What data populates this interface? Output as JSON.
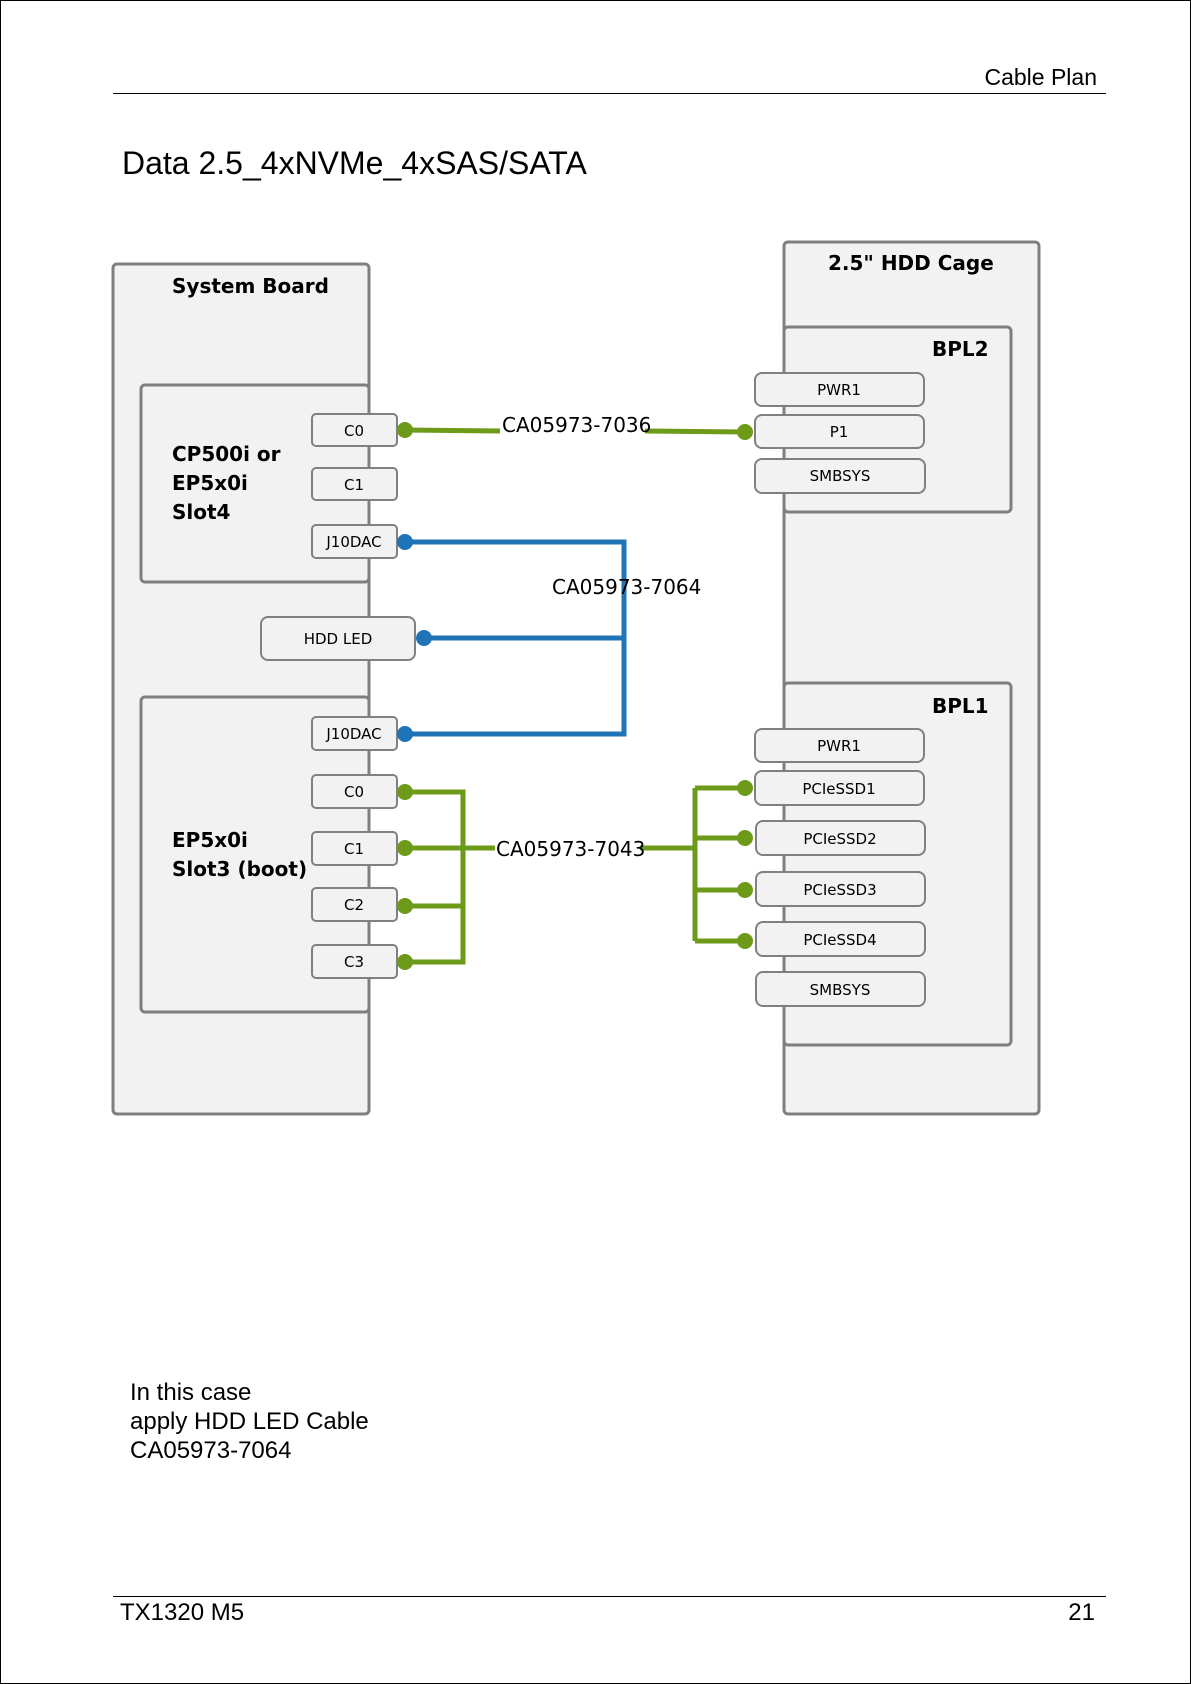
{
  "header": {
    "section": "Cable Plan"
  },
  "title": "Data 2.5_4xNVMe_4xSAS/SATA",
  "diagram": {
    "system_board": {
      "label": "System Board",
      "controller_top": {
        "label_lines": [
          "CP500i or",
          "EP5x0i",
          "Slot4"
        ],
        "ports": [
          "C0",
          "C1",
          "J10DAC"
        ]
      },
      "hdd_led": "HDD LED",
      "controller_bottom": {
        "label_lines": [
          "EP5x0i",
          "Slot3 (boot)"
        ],
        "ports": [
          "J10DAC",
          "C0",
          "C1",
          "C2",
          "C3"
        ]
      }
    },
    "hdd_cage": {
      "label": "2.5\" HDD Cage",
      "bpl2": {
        "label": "BPL2",
        "ports": [
          "PWR1",
          "P1",
          "SMBSYS"
        ]
      },
      "bpl1": {
        "label": "BPL1",
        "ports": [
          "PWR1",
          "PCIeSSD1",
          "PCIeSSD2",
          "PCIeSSD3",
          "PCIeSSD4",
          "SMBSYS"
        ]
      }
    },
    "cables": {
      "sas": "CA05973-7036",
      "led": "CA05973-7064",
      "nvme": "CA05973-7043"
    },
    "colors": {
      "green": "#6e9a1a",
      "blue": "#1f74b8"
    }
  },
  "note": [
    "In this case",
    "apply HDD LED Cable",
    "CA05973-7064"
  ],
  "footer": {
    "model": "TX1320 M5",
    "page": "21"
  }
}
